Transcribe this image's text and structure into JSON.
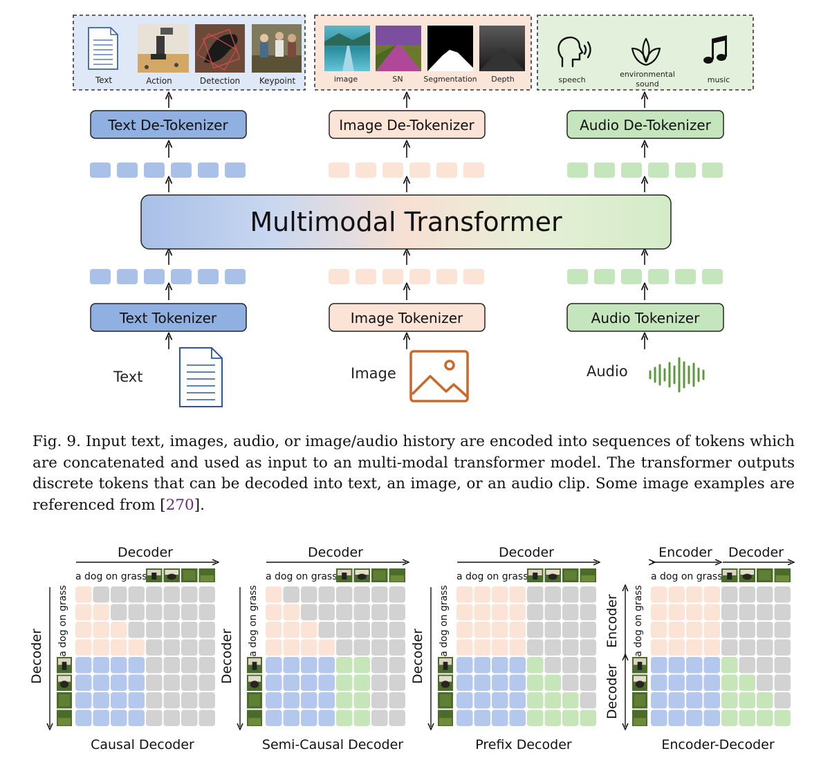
{
  "outputs": {
    "text_group": [
      {
        "label": "Text",
        "icon": "document-icon"
      },
      {
        "label": "Action",
        "icon": "robot-arm-thumbnail"
      },
      {
        "label": "Detection",
        "icon": "detection-thumbnail"
      },
      {
        "label": "Keypoint",
        "icon": "keypoint-thumbnail"
      }
    ],
    "image_group": [
      {
        "label": "image",
        "icon": "landscape-thumbnail"
      },
      {
        "label": "SN",
        "icon": "surface-normal-thumbnail"
      },
      {
        "label": "Segmentation",
        "icon": "segmentation-thumbnail"
      },
      {
        "label": "Depth",
        "icon": "depth-thumbnail"
      }
    ],
    "audio_group": [
      {
        "label": "speech",
        "icon": "speech-head-icon"
      },
      {
        "label_lines": [
          "environmental",
          "sound"
        ],
        "icon": "leaves-icon"
      },
      {
        "label": "music",
        "icon": "music-note-icon"
      }
    ]
  },
  "detokenizers": {
    "text": "Text De-Tokenizer",
    "image": "Image De-Tokenizer",
    "audio": "Audio De-Tokenizer"
  },
  "transformer": {
    "label": "Multimodal Transformer"
  },
  "tokenizers": {
    "text": "Text Tokenizer",
    "image": "Image Tokenizer",
    "audio": "Audio Tokenizer"
  },
  "inputs": {
    "text": {
      "label": "Text",
      "icon": "document-icon"
    },
    "image": {
      "label": "Image",
      "icon": "image-icon"
    },
    "audio": {
      "label": "Audio",
      "icon": "waveform-icon"
    }
  },
  "colors": {
    "text_blue": "#a9c1e8",
    "text_blue_dark": "#8fb0e0",
    "image_peach": "#fbe3d6",
    "audio_green": "#c5e5bd",
    "mask_peach": "#fbe3d6",
    "mask_gray": "#d2d2d2",
    "mask_blue": "#b4c7ec",
    "mask_green": "#c6e6b9"
  },
  "caption": {
    "prefix": "Fig. 9.  Input text, images, audio, or image/audio history are encoded into sequences of tokens which are concatenated and used as input to an multi-modal transformer model. The transformer outputs discrete tokens that can be decoded into text, an image, or an audio clip. Some image examples are referenced from [",
    "ref": "270",
    "suffix": "]."
  },
  "mask_panels": [
    {
      "name": "Causal Decoder",
      "top_label": "Decoder",
      "side_label": "Decoder",
      "text_tokens": "a dog on grass",
      "side_text_tokens": "a dog on grass",
      "matrix": [
        "PGGGGGGG",
        "PPGGGGGG",
        "PPPGGGGG",
        "PPPPGGGG",
        "BBBBGGGG",
        "BBBBGGGG",
        "BBBBGGGG",
        "BBBBGGGG"
      ]
    },
    {
      "name": "Semi-Causal Decoder",
      "top_label": "Decoder",
      "side_label": "Decoder",
      "text_tokens": "a dog on grass",
      "side_text_tokens": "a dog on grass",
      "matrix": [
        "PGGGGGGG",
        "PPGGGGGG",
        "PPPGGGGG",
        "PPPPGGGG",
        "BBBBEEGG",
        "BBBBEEGG",
        "BBBBEEGG",
        "BBBBEEGG"
      ]
    },
    {
      "name": "Prefix Decoder",
      "top_label": "Decoder",
      "side_label": "Decoder",
      "text_tokens": "a dog on grass",
      "side_text_tokens": "a dog on grass",
      "matrix": [
        "PPPPGGGG",
        "PPPPGGGG",
        "PPPPGGGG",
        "PPPPGGGG",
        "BBBBEGGG",
        "BBBBEEGG",
        "BBBBEEEG",
        "BBBBEEEE"
      ]
    },
    {
      "name": "Encoder-Decoder",
      "top_label_left": "Encoder",
      "top_label_right": "Decoder",
      "side_label_top": "Encoder",
      "side_label_bottom": "Decoder",
      "text_tokens": "a dog on grass",
      "side_text_tokens": "a dog on grass",
      "matrix": [
        "PPPPGGGG",
        "PPPPGGGG",
        "PPPPGGGG",
        "PPPPGGGG",
        "BBBBEGGG",
        "BBBBEEGG",
        "BBBBEEEG",
        "BBBBEEEE"
      ]
    }
  ]
}
